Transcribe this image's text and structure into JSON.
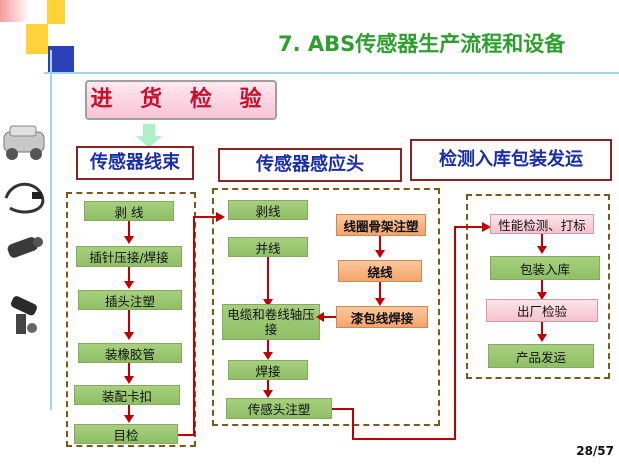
{
  "title": "7. ABS传感器生产流程和设备",
  "incoming": "进 货 检 验",
  "headers": [
    "传感器线束",
    "传感器感应头",
    "检测入库包装发运"
  ],
  "col1": [
    "剥 线",
    "插针压接/焊接",
    "插头注塑",
    "装橡胶管",
    "装配卡扣",
    "目检"
  ],
  "col2_main": [
    "剥线",
    "并线",
    "电缆和卷线轴压接",
    "焊接",
    "传感头注塑"
  ],
  "col2_side": [
    "线圈骨架注塑",
    "绕线",
    "漆包线焊接"
  ],
  "col3": [
    "性能检测、打标",
    "包装入库",
    "出厂检验",
    "产品发运"
  ],
  "page": "28/57",
  "images": [
    "car-chassis-icon",
    "sensor-cable-icon",
    "abs-sensor-icon",
    "abs-sensor-bracket-icon"
  ],
  "colors": {
    "title": "#2e9e2e",
    "header_text": "#1a2ea8",
    "arrow": "#c00000",
    "step_green": "#9dc873",
    "step_orange": "#f6b07c",
    "step_pink": "#f7ccd5"
  }
}
